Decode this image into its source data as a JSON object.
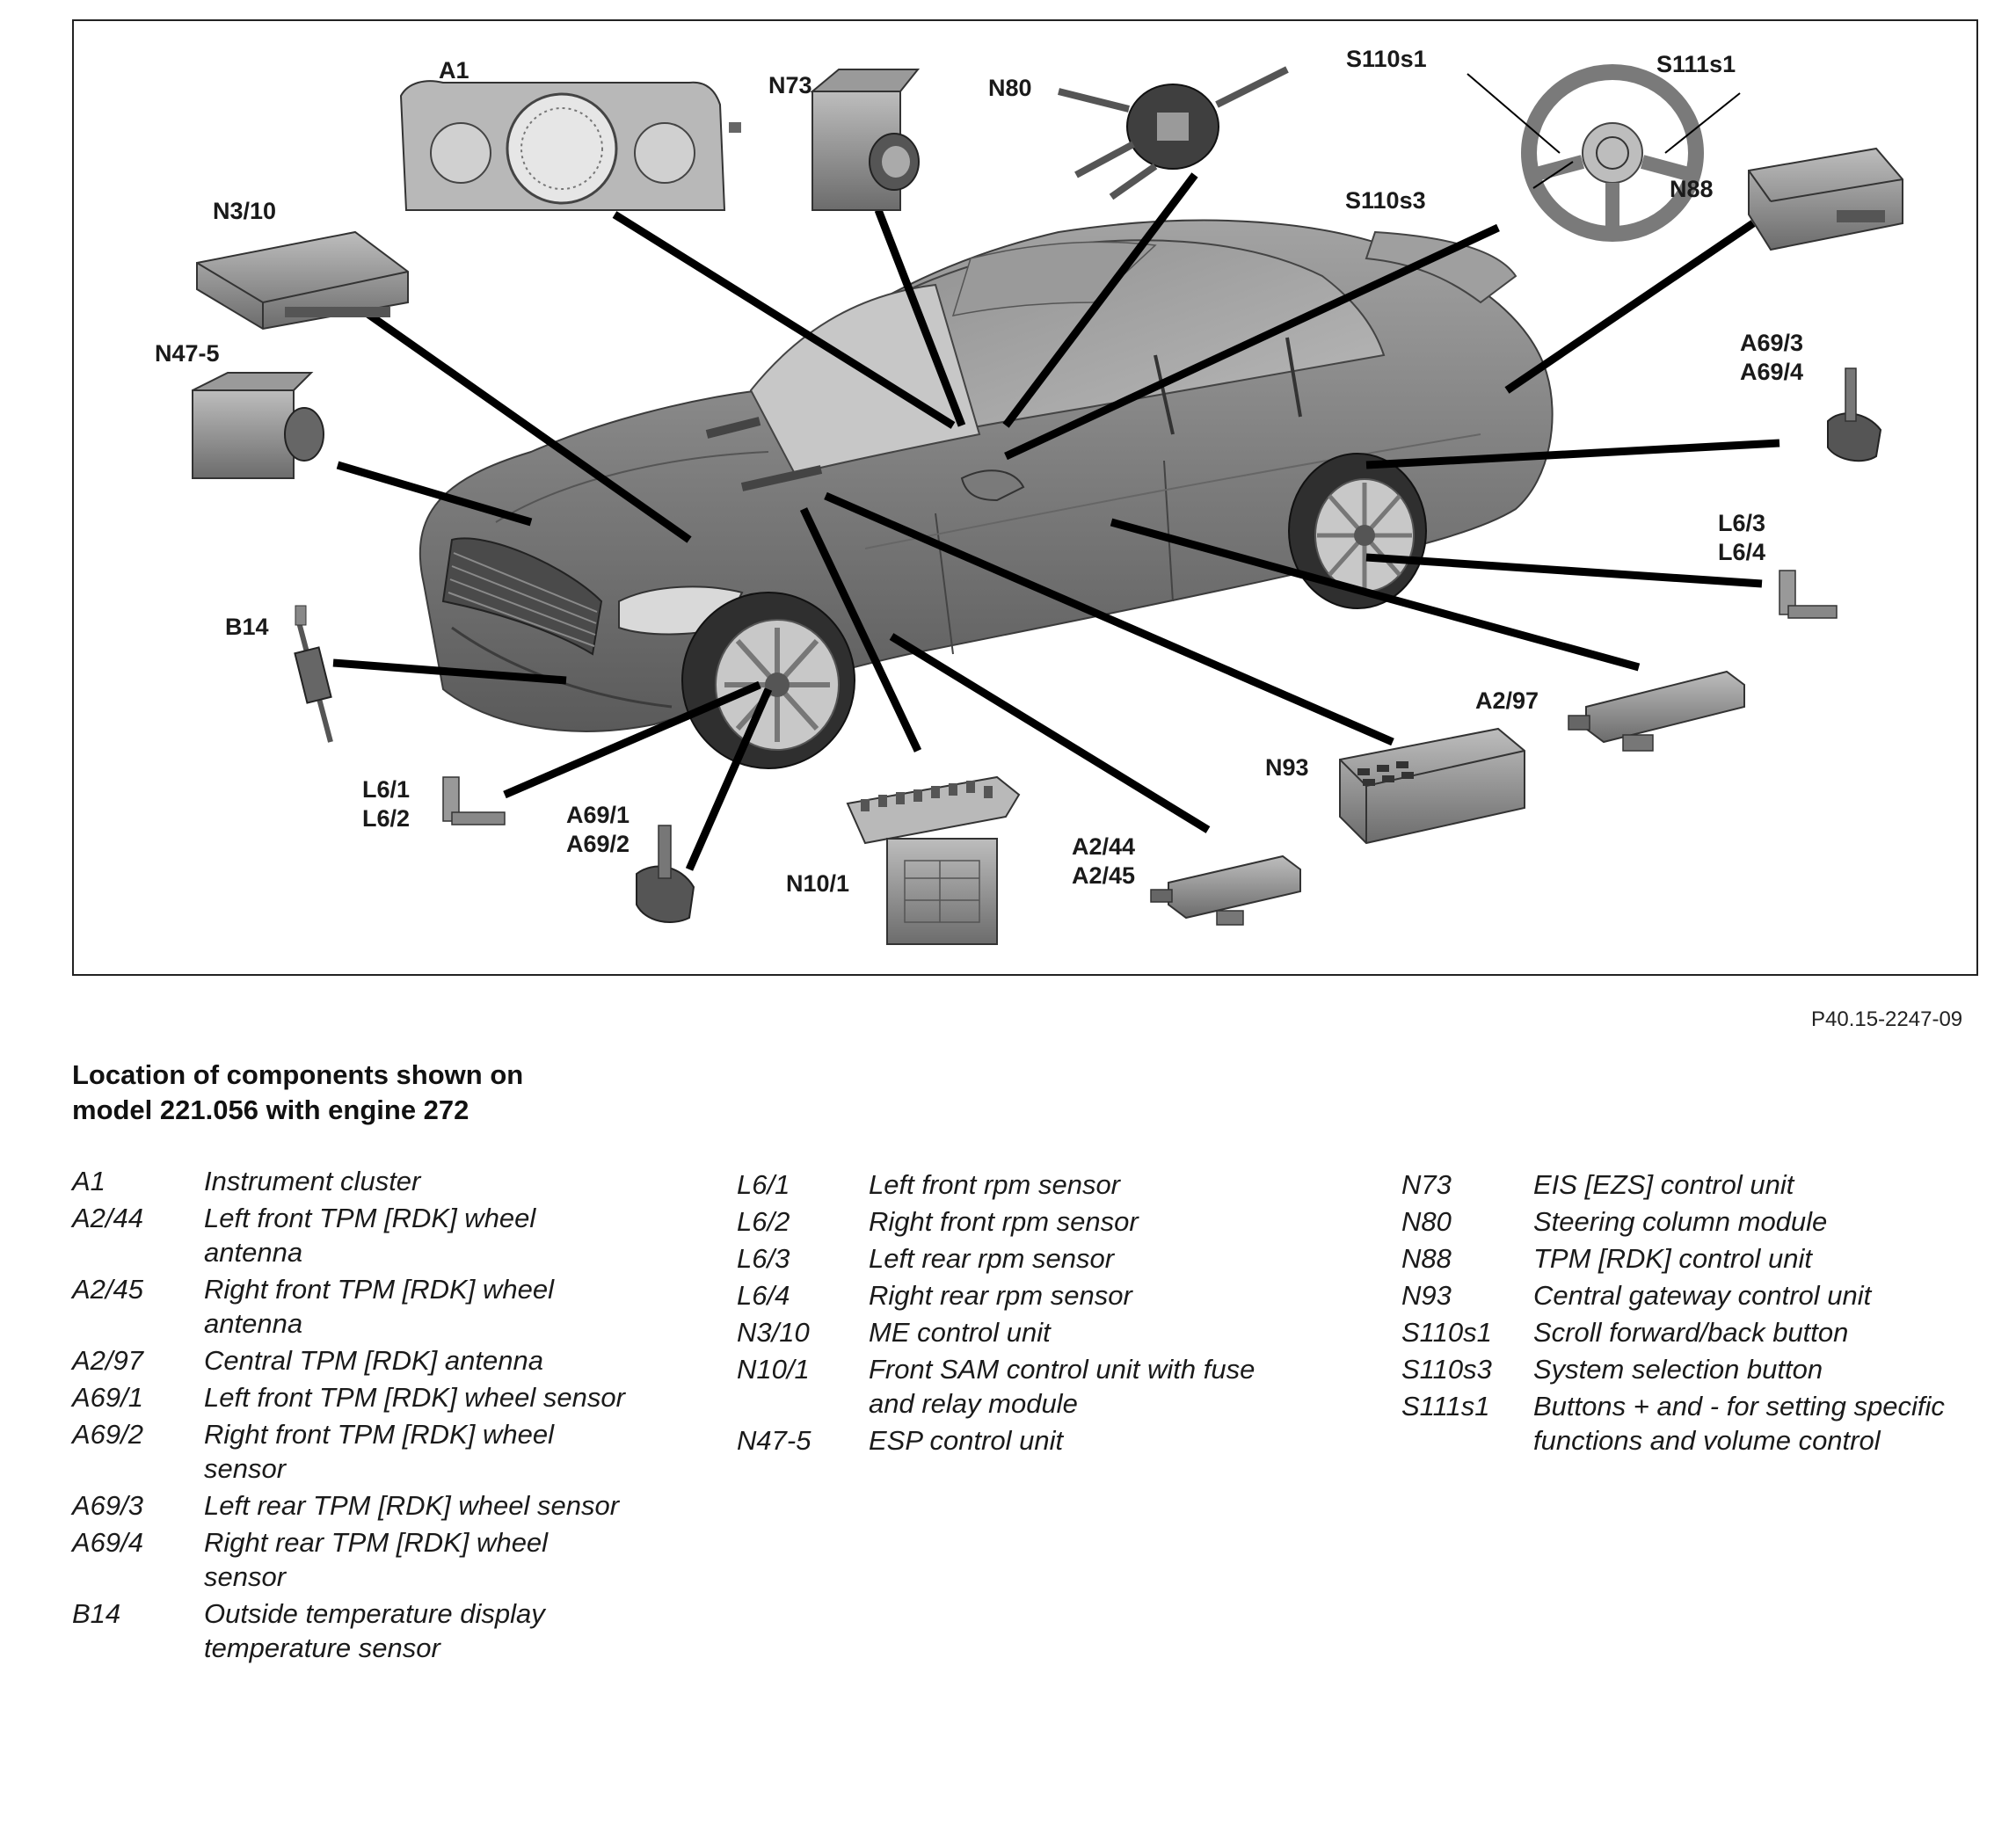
{
  "figure": {
    "code": "P40.15-2247-09",
    "callouts": [
      "A1",
      "N73",
      "N80",
      "S110s1",
      "S111s1",
      "S110s3",
      "N88",
      "N3/10",
      "N47-5",
      "A69/3",
      "A69/4",
      "L6/3",
      "L6/4",
      "B14",
      "A2/97",
      "N93",
      "L6/1",
      "L6/2",
      "A69/1",
      "A69/2",
      "N10/1",
      "A2/44",
      "A2/45"
    ]
  },
  "caption": {
    "line1": "Location of components shown on",
    "line2": "model 221.056 with engine 272"
  },
  "legend": {
    "col1": [
      {
        "code": "A1",
        "desc": "Instrument cluster"
      },
      {
        "code": "A2/44",
        "desc": "Left front TPM [RDK] wheel antenna"
      },
      {
        "code": "A2/45",
        "desc": "Right front TPM [RDK] wheel antenna"
      },
      {
        "code": "A2/97",
        "desc": "Central TPM [RDK] antenna"
      },
      {
        "code": "A69/1",
        "desc": "Left front TPM [RDK] wheel sensor"
      },
      {
        "code": "A69/2",
        "desc": "Right front TPM [RDK] wheel sensor"
      },
      {
        "code": "A69/3",
        "desc": "Left rear TPM [RDK] wheel sensor"
      },
      {
        "code": "A69/4",
        "desc": "Right rear TPM [RDK] wheel sensor"
      },
      {
        "code": "B14",
        "desc": "Outside temperature display temperature sensor"
      }
    ],
    "col2": [
      {
        "code": "L6/1",
        "desc": "Left front rpm sensor"
      },
      {
        "code": "L6/2",
        "desc": "Right front rpm sensor"
      },
      {
        "code": "L6/3",
        "desc": "Left rear rpm sensor"
      },
      {
        "code": "L6/4",
        "desc": "Right rear rpm sensor"
      },
      {
        "code": "N3/10",
        "desc": "ME control unit"
      },
      {
        "code": "N10/1",
        "desc": "Front SAM control unit with fuse and relay module"
      },
      {
        "code": "N47-5",
        "desc": "ESP control unit"
      }
    ],
    "col3": [
      {
        "code": "N73",
        "desc": "EIS [EZS] control unit"
      },
      {
        "code": "N80",
        "desc": "Steering column module"
      },
      {
        "code": "N88",
        "desc": "TPM [RDK] control unit"
      },
      {
        "code": "N93",
        "desc": "Central gateway control unit"
      },
      {
        "code": "S110s1",
        "desc": "Scroll forward/back button"
      },
      {
        "code": "S110s3",
        "desc": "System selection button"
      },
      {
        "code": "S111s1",
        "desc": "Buttons + and - for setting specific functions and volume control"
      }
    ]
  }
}
